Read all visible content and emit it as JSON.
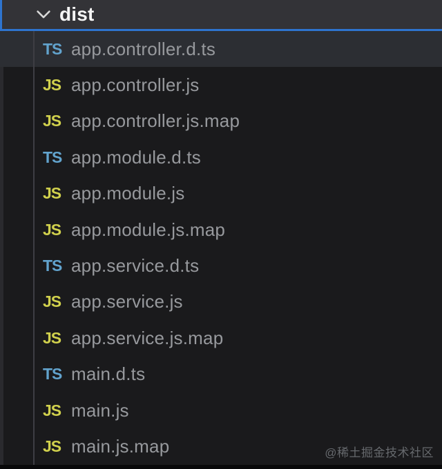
{
  "header": {
    "folder_label": "dist",
    "state": "expanded"
  },
  "files": [
    {
      "name": "app.controller.d.ts",
      "type": "TS",
      "selected": true
    },
    {
      "name": "app.controller.js",
      "type": "JS",
      "selected": false
    },
    {
      "name": "app.controller.js.map",
      "type": "JS",
      "selected": false
    },
    {
      "name": "app.module.d.ts",
      "type": "TS",
      "selected": false
    },
    {
      "name": "app.module.js",
      "type": "JS",
      "selected": false
    },
    {
      "name": "app.module.js.map",
      "type": "JS",
      "selected": false
    },
    {
      "name": "app.service.d.ts",
      "type": "TS",
      "selected": false
    },
    {
      "name": "app.service.js",
      "type": "JS",
      "selected": false
    },
    {
      "name": "app.service.js.map",
      "type": "JS",
      "selected": false
    },
    {
      "name": "main.d.ts",
      "type": "TS",
      "selected": false
    },
    {
      "name": "main.js",
      "type": "JS",
      "selected": false
    },
    {
      "name": "main.js.map",
      "type": "JS",
      "selected": false
    }
  ],
  "watermark": "@稀土掘金技术社区",
  "colors": {
    "focus_border": "#2e74cf",
    "header_bg": "#333337",
    "header_text": "#f5f5f5",
    "list_bg": "#1a1a1c",
    "selected_row_bg": "#2c2e33",
    "gutter": "#2a2a2e",
    "indent_guide": "#3e3e44",
    "ts_icon": "#62a3cd",
    "js_icon": "#d1d14d",
    "file_text": "#97999d",
    "chevron": "#d8d8d8",
    "watermark_text": "#66696d",
    "bottom_strip": "#09090a"
  }
}
